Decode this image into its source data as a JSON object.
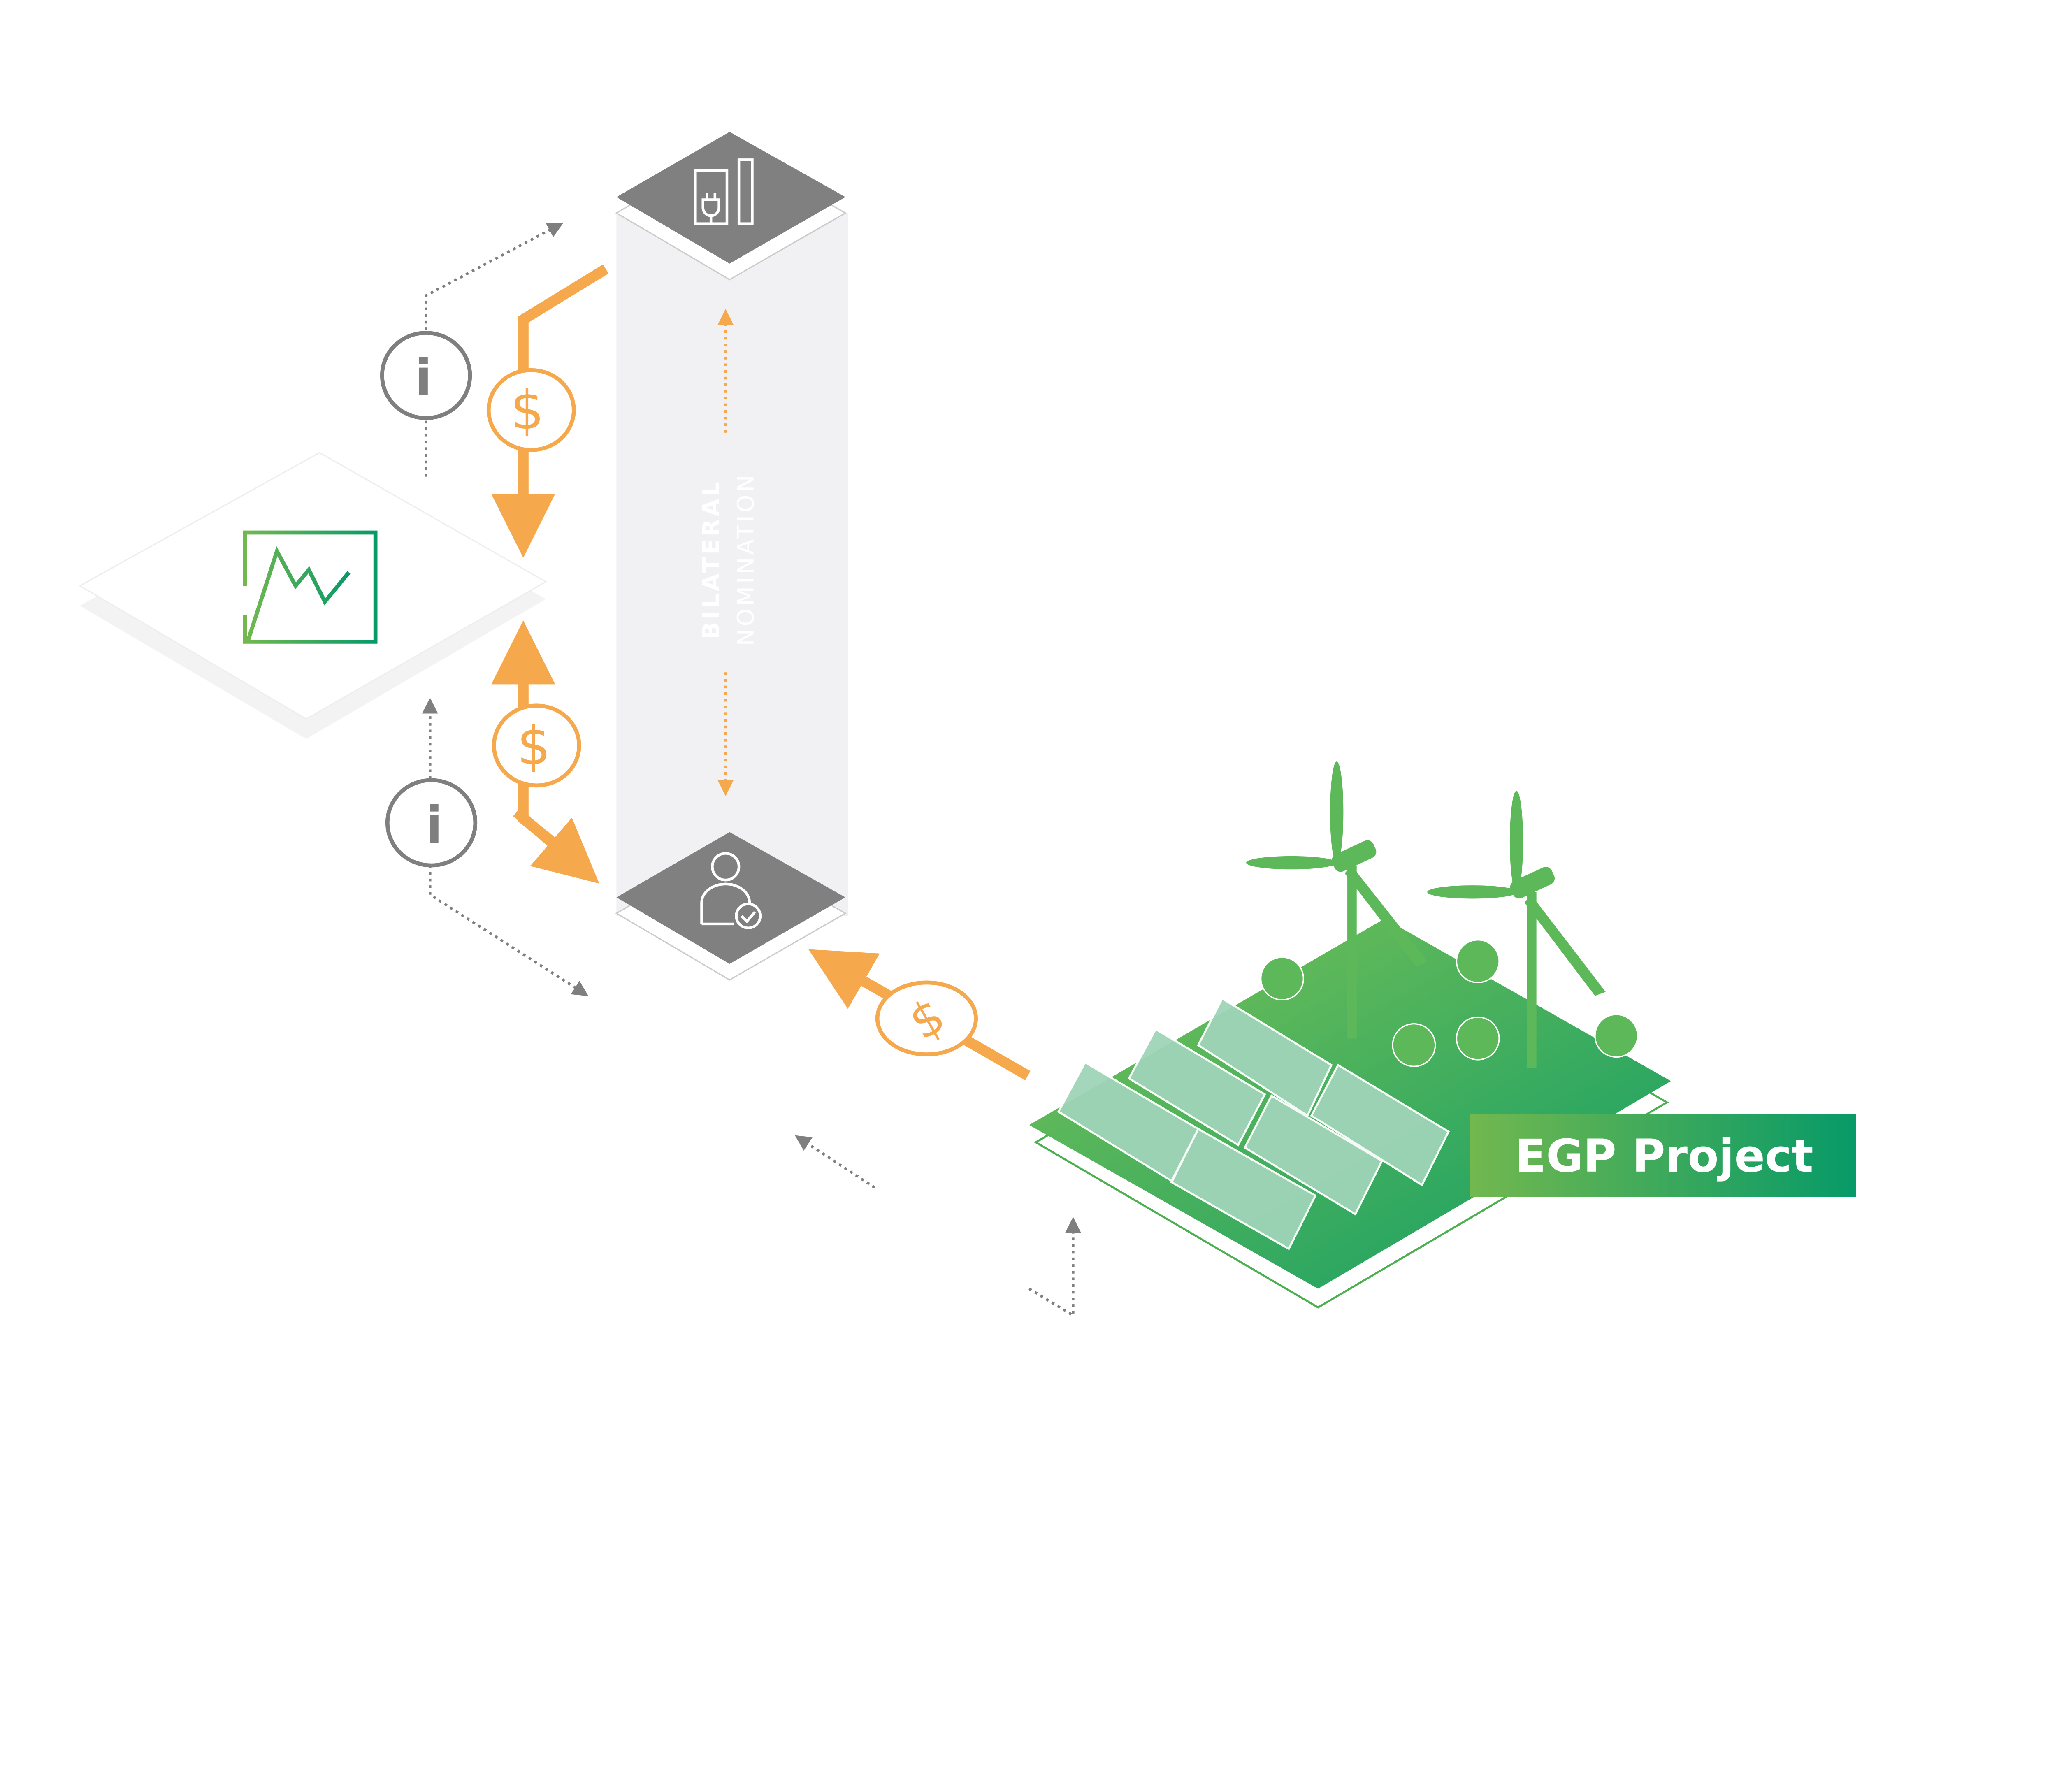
{
  "diagram": {
    "column_label_line1": "BILATERAL",
    "column_label_line2": "NOMINATION",
    "project_label": "EGP Project",
    "dollar_symbol": "$",
    "info_symbol": "i",
    "icons": {
      "top_node": "power-plug-meter-icon",
      "bottom_node": "verified-customer-icon",
      "market_plane": "market-price-chart-icon"
    },
    "colors": {
      "money_flow": "#f5a94c",
      "info_flow": "#7f7f7f",
      "node": "#808080",
      "column": "#f1f1f3",
      "green_start": "#72b84f",
      "green_end": "#079a68"
    }
  }
}
